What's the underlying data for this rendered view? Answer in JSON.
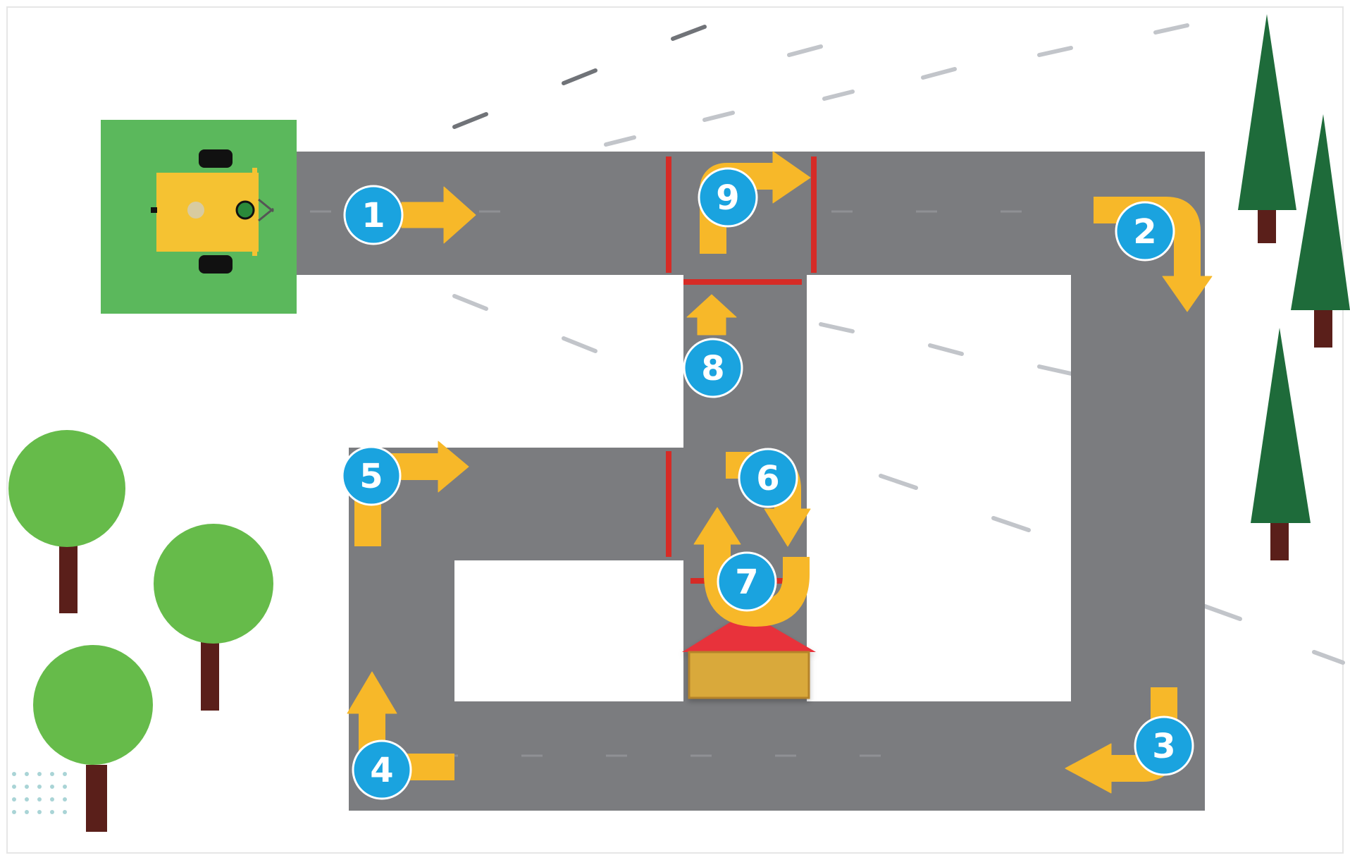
{
  "colors": {
    "background": "#ffffff",
    "road": "#7b7c7f",
    "start_pad": "#5bb85c",
    "robot_body": "#f5c232",
    "arrow": "#f7b829",
    "step_badge": "#1aa3df",
    "stop_line": "#d62b26",
    "house_roof": "#e8313a",
    "house_wall": "#d9a93a",
    "tree_crown": "#66bb4a",
    "tree_trunk": "#5a1f1a",
    "pine": "#1e6b3a",
    "pine_trunk": "#5a1f1a",
    "dash": "#b8bbc0"
  },
  "steps": [
    {
      "label": "1",
      "direction": "right"
    },
    {
      "label": "2",
      "direction": "turn-down"
    },
    {
      "label": "3",
      "direction": "turn-left"
    },
    {
      "label": "4",
      "direction": "turn-up"
    },
    {
      "label": "5",
      "direction": "turn-right"
    },
    {
      "label": "6",
      "direction": "turn-down"
    },
    {
      "label": "7",
      "direction": "u-turn-up"
    },
    {
      "label": "8",
      "direction": "up"
    },
    {
      "label": "9",
      "direction": "turn-right"
    }
  ],
  "icons": {
    "robot": "robot-car-icon",
    "house": "house-icon",
    "tree": "tree-icon",
    "pine": "pine-tree-icon"
  }
}
